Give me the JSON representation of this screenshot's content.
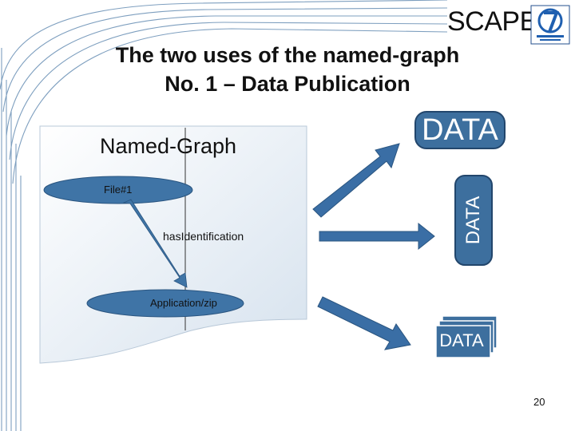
{
  "header": {
    "brand": "SCAPE",
    "title_line1": "The two uses of the named-graph",
    "title_line2": "No. 1 – Data Publication"
  },
  "diagram": {
    "container_label": "Named-Graph",
    "subject_node": "File#1",
    "predicate": "hasIdentification",
    "object_node": "Application/zip",
    "outputs": [
      "DATA",
      "DATA",
      "DATA"
    ]
  },
  "footer": {
    "page_number": "20"
  },
  "colors": {
    "node_fill": "#3f74a6",
    "data_fill": "#3d6f9e",
    "arrow_fill": "#3a6ea5",
    "document_fill": "#e4ecf4"
  }
}
